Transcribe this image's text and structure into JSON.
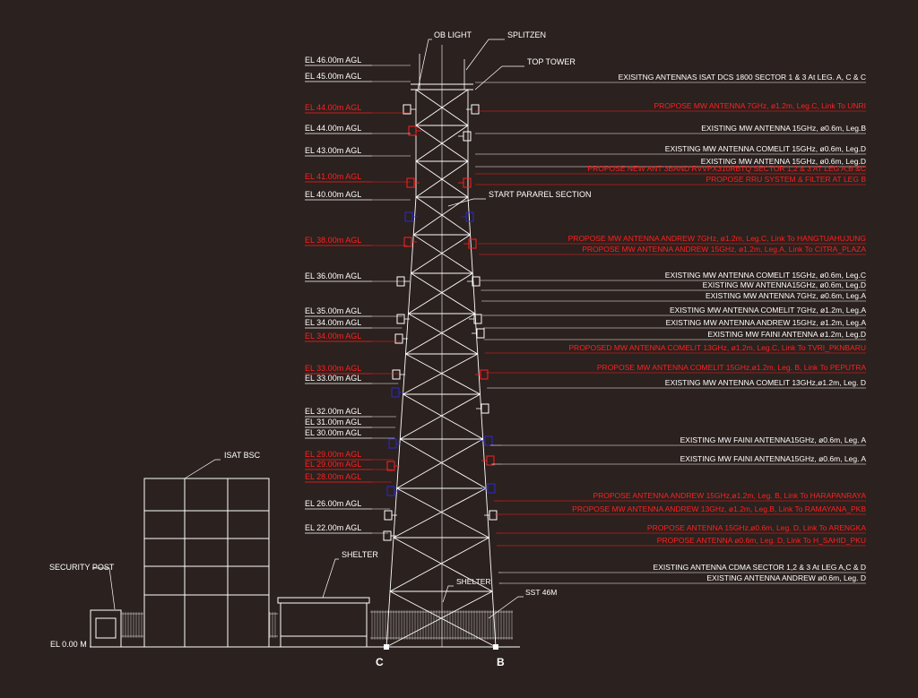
{
  "colors": {
    "background": "#2b211e",
    "existing": "#ffffff",
    "propose": "#ff2020",
    "dismantle": "#2a2acd"
  },
  "top_labels": {
    "ob_light": "OB LIGHT",
    "splitzen": "SPLITZEN",
    "top_tower": "TOP TOWER",
    "start_paralel": "START PARAREL SECTION",
    "shelter_tower": "SHELTER",
    "sst": "SST 46M"
  },
  "site_labels": {
    "isat_bsc": "ISAT BSC",
    "security_post": "SECURITY POST",
    "shelter": "SHELTER",
    "ground": "EL 0.00 M",
    "leg_c": "C",
    "leg_b": "B"
  },
  "elevations": [
    {
      "text": "EL 46.00m AGL",
      "status": "existing"
    },
    {
      "text": "EL 45.00m AGL",
      "status": "existing"
    },
    {
      "text": "EL 44.00m AGL",
      "status": "propose"
    },
    {
      "text": "EL 44.00m AGL",
      "status": "existing"
    },
    {
      "text": "EL 43.00m AGL",
      "status": "existing"
    },
    {
      "text": "EL 41.00m AGL",
      "status": "propose"
    },
    {
      "text": "EL 40.00m AGL",
      "status": "existing"
    },
    {
      "text": "EL 38.00m AGL",
      "status": "propose"
    },
    {
      "text": "EL 36.00m AGL",
      "status": "existing"
    },
    {
      "text": "EL 35.00m AGL",
      "status": "existing"
    },
    {
      "text": "EL 34.00m AGL",
      "status": "existing"
    },
    {
      "text": "EL 34.00m AGL",
      "status": "propose"
    },
    {
      "text": "EL 33.00m AGL",
      "status": "propose"
    },
    {
      "text": "EL 33.00m AGL",
      "status": "existing"
    },
    {
      "text": "EL 32.00m AGL",
      "status": "existing"
    },
    {
      "text": "EL 31.00m AGL",
      "status": "existing"
    },
    {
      "text": "EL 30.00m AGL",
      "status": "existing"
    },
    {
      "text": "EL 29.00m AGL",
      "status": "propose"
    },
    {
      "text": "EL 29.00m AGL",
      "status": "propose"
    },
    {
      "text": "EL 28.00m AGL",
      "status": "propose"
    },
    {
      "text": "EL 26.00m AGL",
      "status": "existing"
    },
    {
      "text": "EL 22.00m AGL",
      "status": "existing"
    }
  ],
  "annotations": [
    {
      "text": "EXISITNG ANTENNAS ISAT DCS 1800 SECTOR 1 & 3 At LEG. A, C & C",
      "status": "existing"
    },
    {
      "text": "PROPOSE MW ANTENNA 7GHz, ø1.2m, Leg.C, Link To UNRI",
      "status": "propose"
    },
    {
      "text": "EXISTING MW ANTENNA 15GHz, ø0.6m, Leg.B",
      "status": "existing"
    },
    {
      "text": "EXISTING MW ANTENNA COMELIT 15GHz, ø0.6m, Leg.D",
      "status": "existing"
    },
    {
      "text": "EXISTING MW ANTENNA 15GHz, ø0.6m, Leg.D",
      "status": "existing"
    },
    {
      "text": "PROPOSE NEW ANT 3BAND RVVPX310RBTQ SECTOR 1,2 & 3 AT LEG A,B &C",
      "status": "propose"
    },
    {
      "text": "PROPOSE RRU SYSTEM & FILTER AT LEG B",
      "status": "propose"
    },
    {
      "text": "PROPOSE MW ANTENNA ANDREW 7GHz, ø1.2m, Leg.C, Link To HANGTUAHUJUNG",
      "status": "propose"
    },
    {
      "text": "PROPOSE MW ANTENNA ANDREW 15GHz, ø1.2m, Leg.A, Link To CITRA_PLAZA",
      "status": "propose"
    },
    {
      "text": "EXISTING MW ANTENNA COMELIT 15GHz, ø0.6m, Leg.C",
      "status": "existing"
    },
    {
      "text": "EXISTING MW ANTENNA15GHz, ø0.6m, Leg.D",
      "status": "existing"
    },
    {
      "text": "EXISTING MW ANTENNA 7GHz, ø0.6m, Leg.A",
      "status": "existing"
    },
    {
      "text": "EXISTING MW ANTENNA COMELIT 7GHz, ø1.2m, Leg.A",
      "status": "existing"
    },
    {
      "text": "EXISTING MW ANTENNA ANDREW 15GHz, ø1.2m, Leg.A",
      "status": "existing"
    },
    {
      "text": "EXISTING MW FAINI ANTENNA ø1.2m, Leg.D",
      "status": "existing"
    },
    {
      "text": "PROPOSED MW ANTENNA COMELIT 13GHz, ø1.2m, Leg.C, Link To TVRI_PKNBARU",
      "status": "propose"
    },
    {
      "text": "PROPOSE MW ANTENNA COMELIT 15GHz,ø1.2m, Leg. B, Link To PEPUTRA",
      "status": "propose"
    },
    {
      "text": "EXISTING MW ANTENNA COMELIT 13GHz,ø1.2m, Leg. D",
      "status": "existing"
    },
    {
      "text": "EXISTING MW FAINI ANTENNA15GHz, ø0.6m, Leg. A",
      "status": "existing"
    },
    {
      "text": "EXISTING MW FAINI ANTENNA15GHz, ø0.6m, Leg. A",
      "status": "existing"
    },
    {
      "text": "PROPOSE ANTENNA ANDREW 15GHz,ø1.2m, Leg. B, Link To HARAPANRAYA",
      "status": "propose"
    },
    {
      "text": "PROPOSE MW ANTENNA ANDREW 13GHz, ø1.2m, Leg.B, Link To RAMAYANA_PKB",
      "status": "propose"
    },
    {
      "text": "PROPOSE ANTENNA 15GHz,ø0.6m, Leg. D, Link To ARENGKA",
      "status": "propose"
    },
    {
      "text": "PROPOSE ANTENNA ø0.6m, Leg. D, Link To H_SAHID_PKU",
      "status": "propose"
    },
    {
      "text": "EXISTING ANTENNA CDMA SECTOR 1,2 & 3 At LEG A,C & D",
      "status": "existing"
    },
    {
      "text": "EXISTING ANTENNA ANDREW ø0.6m, Leg. D",
      "status": "existing"
    }
  ]
}
